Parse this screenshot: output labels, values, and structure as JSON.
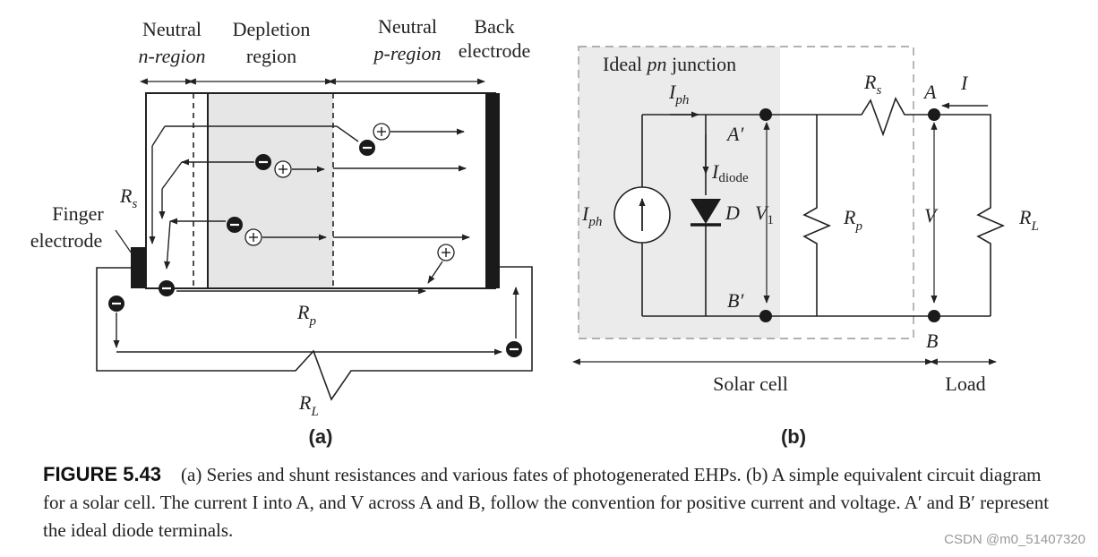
{
  "panel_a": {
    "labels": {
      "neutral_n_1": "Neutral",
      "neutral_n_2": "n-region",
      "depletion_1": "Depletion",
      "depletion_2": "region",
      "neutral_p_1": "Neutral",
      "neutral_p_2": "p-region",
      "back_1": "Back",
      "back_2": "electrode",
      "finger_1": "Finger",
      "finger_2": "electrode",
      "rs": "R",
      "rs_sub": "s",
      "rp": "R",
      "rp_sub": "p",
      "rl": "R",
      "rl_sub": "L"
    },
    "tag": "(a)"
  },
  "panel_b": {
    "labels": {
      "ideal_1": "Ideal ",
      "ideal_2": "pn",
      "ideal_3": " junction",
      "iph_top": "I",
      "iph_top_sub": "ph",
      "iph_left": "I",
      "iph_left_sub": "ph",
      "a_prime": "A′",
      "b_prime": "B′",
      "idiode": "I",
      "idiode_sub": "diode",
      "d": "D",
      "v1": "V",
      "v1_sub": "1",
      "rp": "R",
      "rp_sub": "p",
      "rs": "R",
      "rs_sub": "s",
      "a": "A",
      "i": "I",
      "v": "V",
      "rl": "R",
      "rl_sub": "L",
      "b": "B",
      "solar_cell": "Solar cell",
      "load": "Load"
    },
    "tag": "(b)"
  },
  "caption": {
    "label": "FIGURE 5.43",
    "text": "(a) Series and shunt resistances and various fates of photogenerated EHPs. (b) A simple equivalent circuit diagram for a solar cell. The current I into A, and V across A and B, follow the convention for positive current and voltage. A′ and B′ represent the ideal diode terminals."
  },
  "watermark": "CSDN @m0_51407320"
}
